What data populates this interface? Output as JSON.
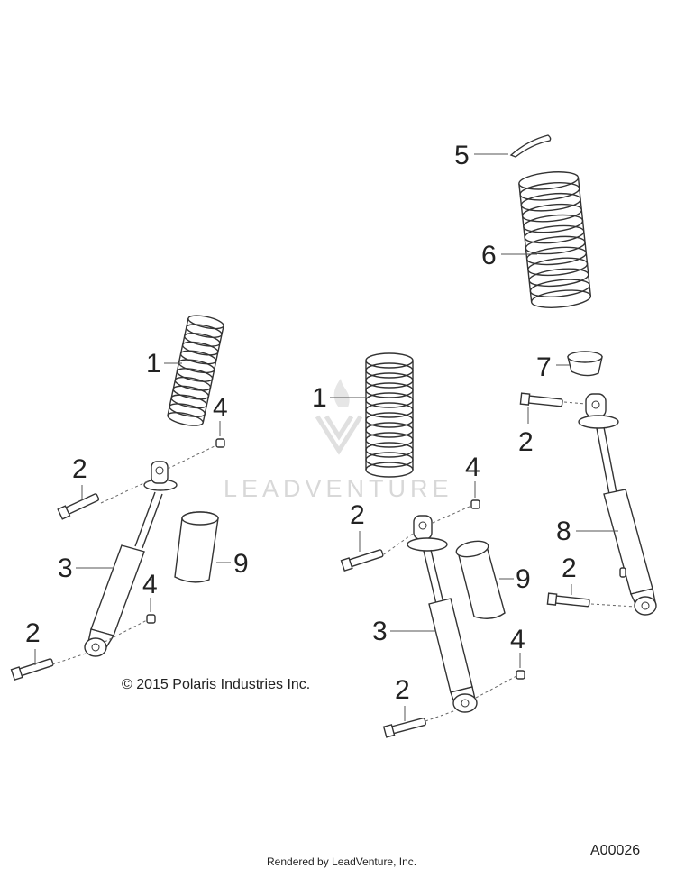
{
  "diagram": {
    "copyright": "© 2015 Polaris Industries Inc.",
    "figure_code": "A00026",
    "rendered_by": "Rendered by LeadVenture, Inc.",
    "watermark": "LEADVENTURE"
  },
  "callouts": [
    {
      "id": "1",
      "part": "spring"
    },
    {
      "id": "2",
      "part": "bolt"
    },
    {
      "id": "3",
      "part": "shock-absorber"
    },
    {
      "id": "4",
      "part": "nut"
    },
    {
      "id": "5",
      "part": "retaining-ring"
    },
    {
      "id": "6",
      "part": "spring"
    },
    {
      "id": "7",
      "part": "spring-retainer"
    },
    {
      "id": "8",
      "part": "shock-absorber"
    },
    {
      "id": "9",
      "part": "boot"
    }
  ]
}
